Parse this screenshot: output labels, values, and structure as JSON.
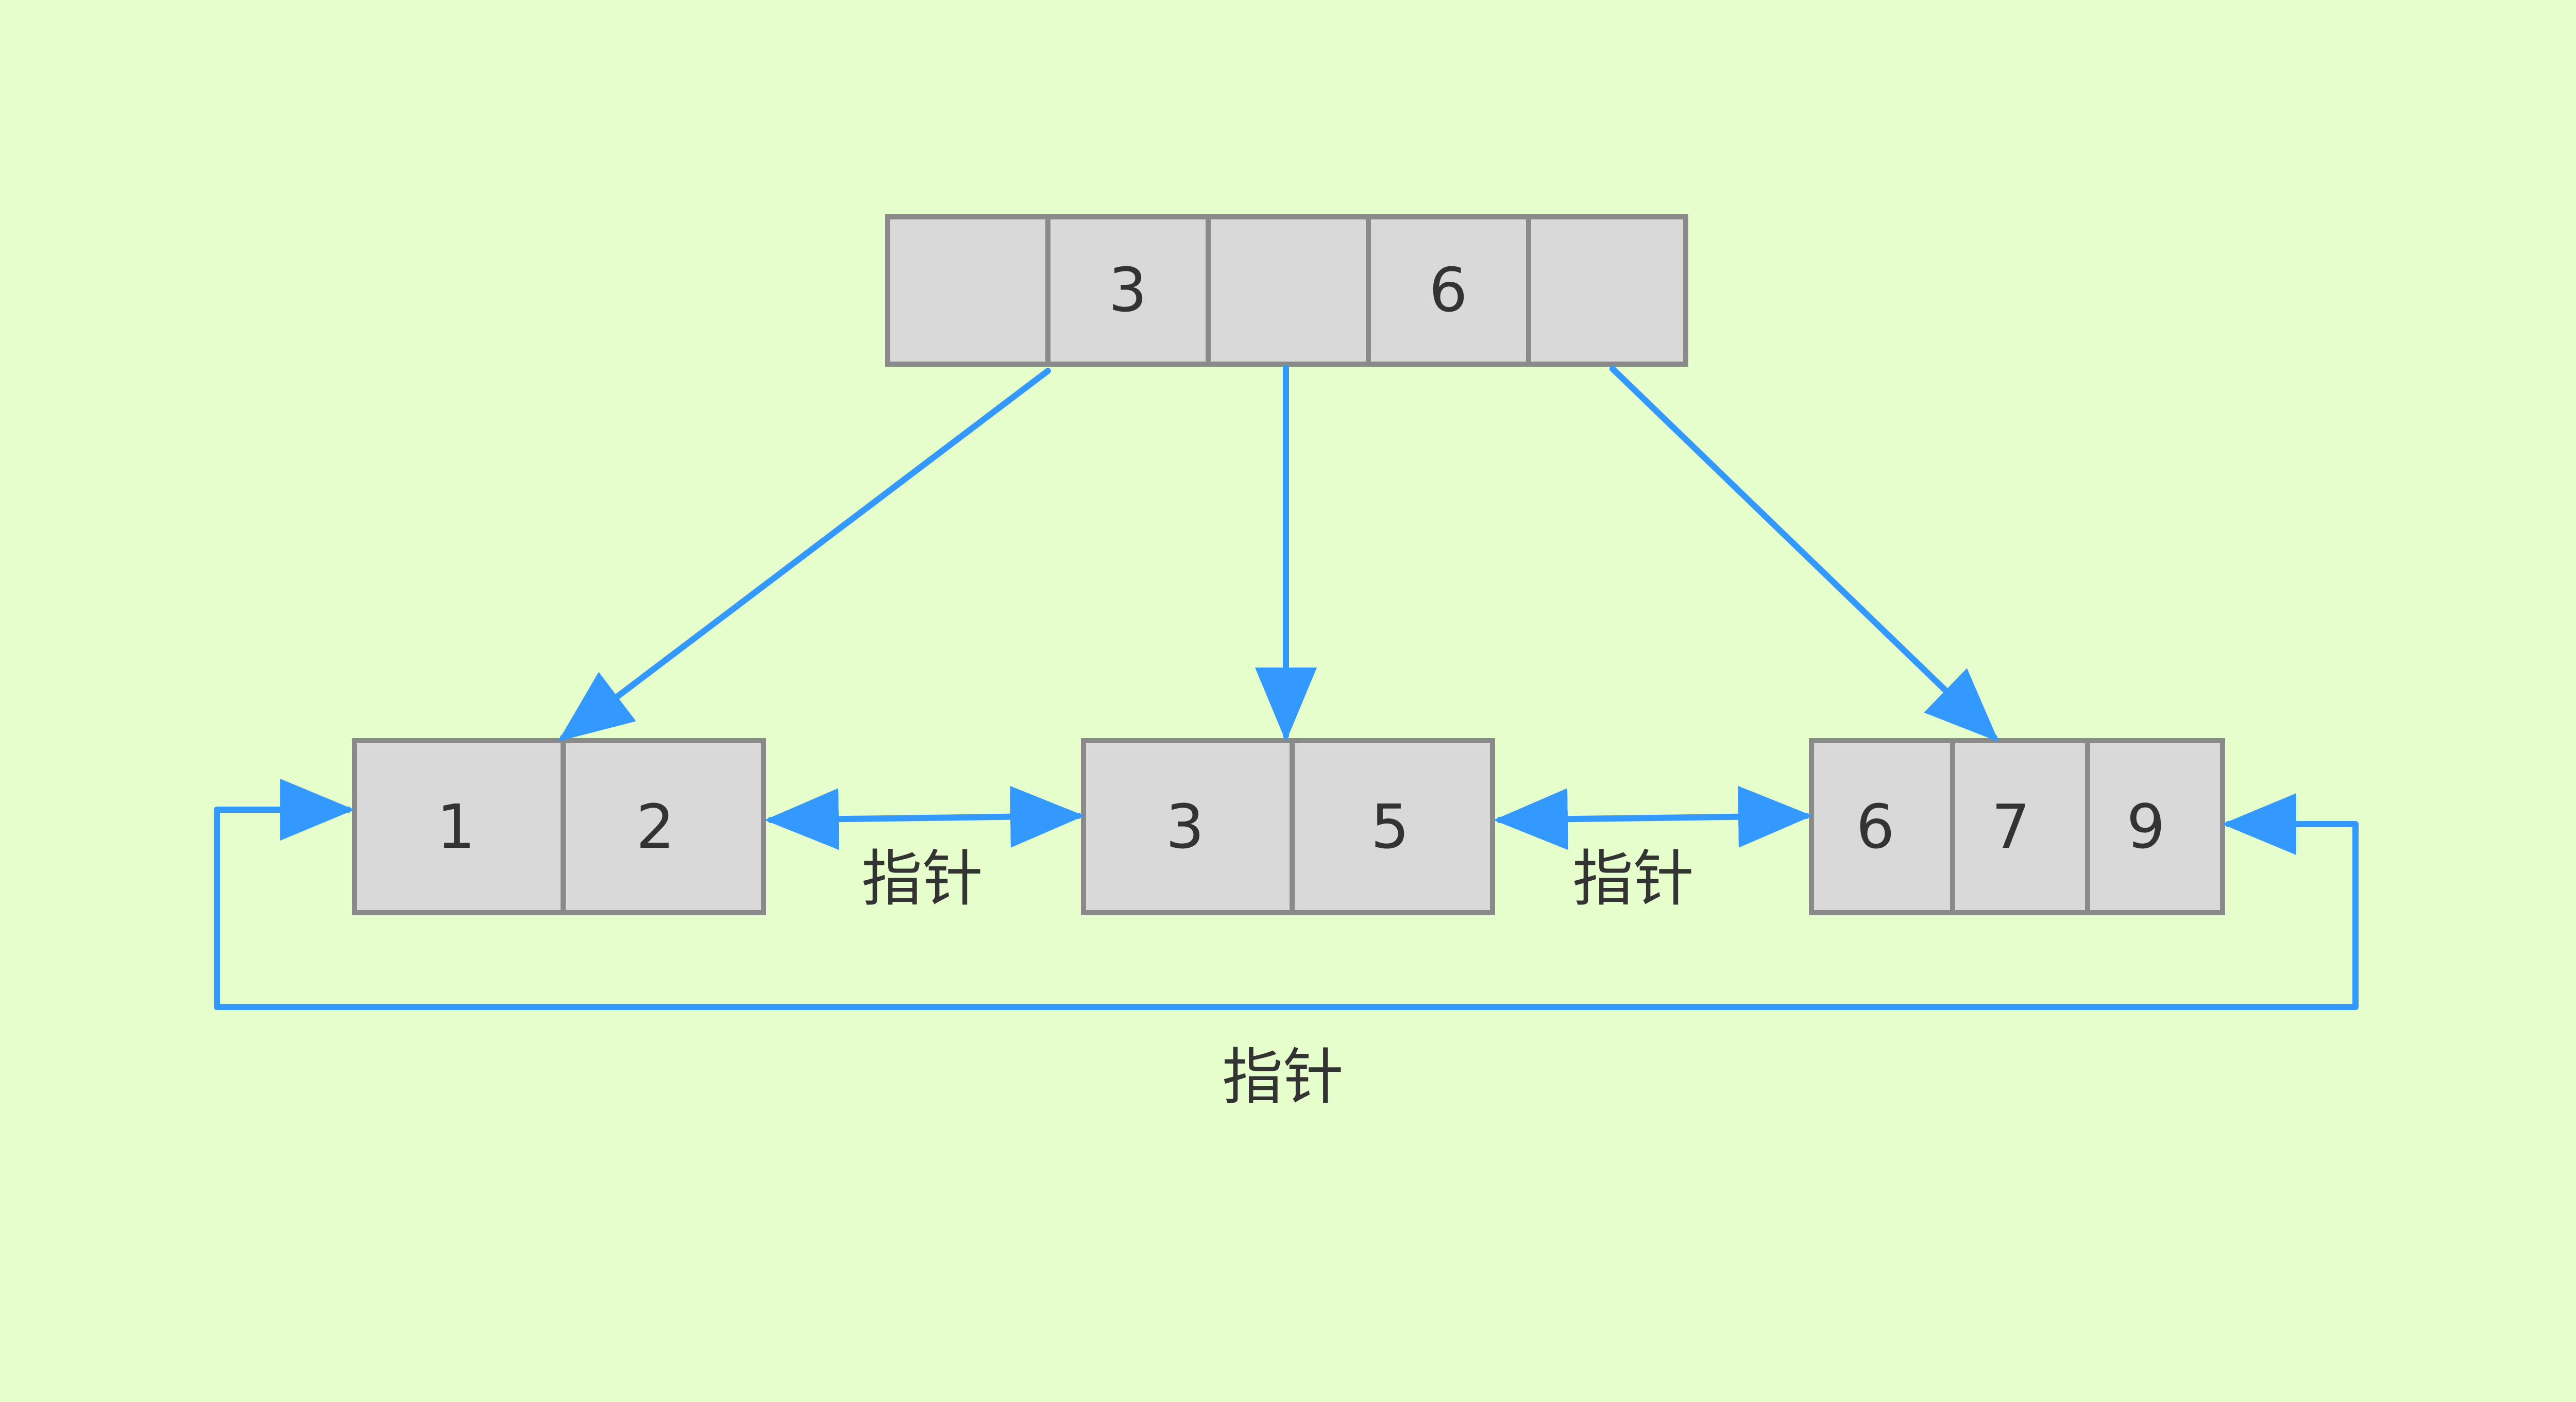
{
  "colors": {
    "background": "#e6fdcc",
    "node_fill": "#d9d9d9",
    "node_border": "#8a8a8a",
    "edge": "#3399ff",
    "text": "#333333"
  },
  "nodes": {
    "root": {
      "cells": [
        "",
        "3",
        "",
        "6",
        ""
      ]
    },
    "leaf_1": {
      "cells": [
        "1",
        "2"
      ]
    },
    "leaf_2": {
      "cells": [
        "3",
        "5"
      ]
    },
    "leaf_3": {
      "cells": [
        "6",
        "7",
        "9"
      ]
    }
  },
  "edge_labels": {
    "leaf_1_leaf_2": "指针",
    "leaf_2_leaf_3": "指针",
    "leaf_3_leaf_1": "指针"
  }
}
